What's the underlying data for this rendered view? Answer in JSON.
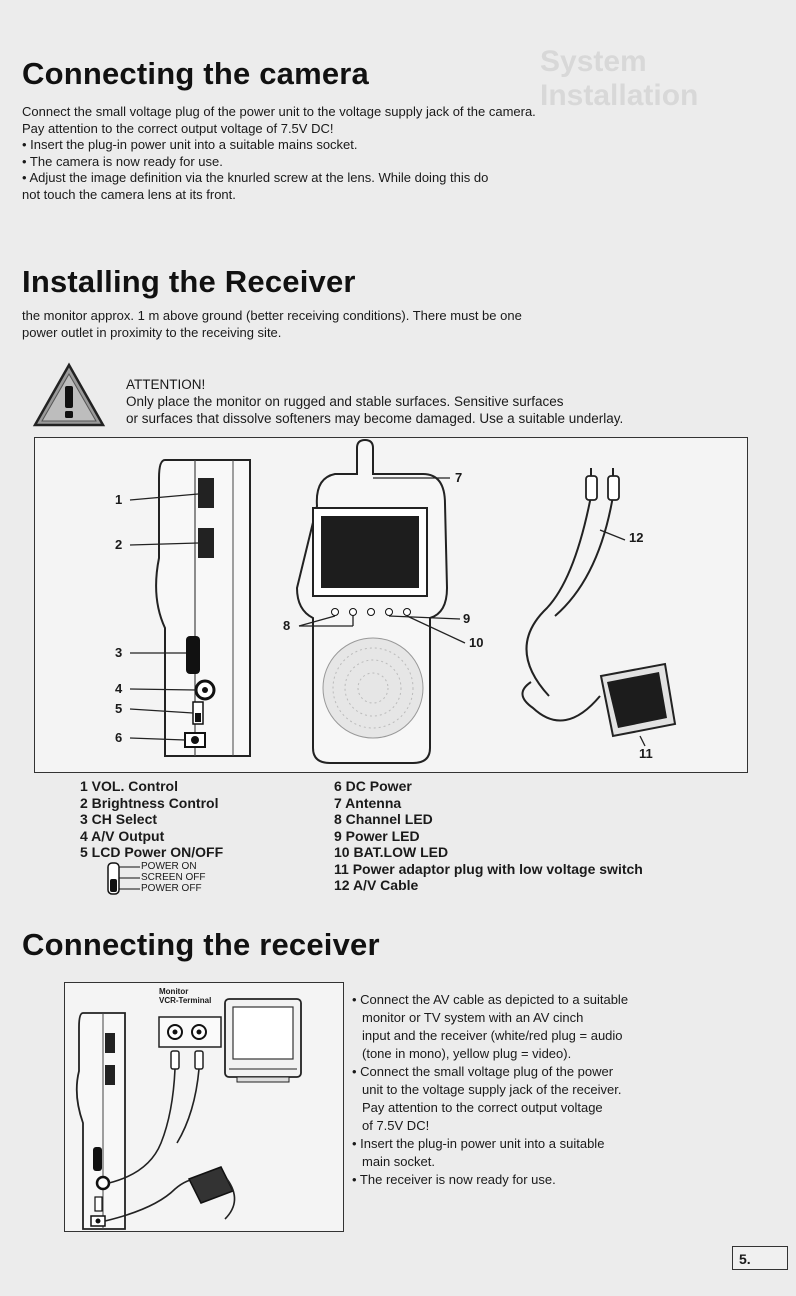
{
  "section1": {
    "title": "Connecting the camera",
    "lines": [
      "Connect the small voltage plug of the power unit to the voltage supply jack of the camera.",
      "Pay attention to the correct output voltage of 7.5V DC!",
      "• Insert the plug-in power unit into a suitable mains socket.",
      "• The camera is now ready for use.",
      "• Adjust the image definition via the knurled screw at the lens. While doing this do",
      "not touch the camera lens at its front."
    ]
  },
  "section2": {
    "title": "Installing the Receiver",
    "lines": [
      "the  monitor approx. 1 m above ground (better receiving conditions). There must be one",
      "power outlet in proximity to the receiving site."
    ],
    "attention_title": "ATTENTION!",
    "attention_lines": [
      "Only place the monitor on rugged and stable surfaces. Sensitive surfaces",
      "or surfaces that dissolve softeners may become damaged. Use a suitable underlay."
    ]
  },
  "figure1": {
    "callouts": [
      "1",
      "2",
      "3",
      "4",
      "5",
      "6",
      "7",
      "8",
      "9",
      "10",
      "11",
      "12"
    ]
  },
  "legend": {
    "left": [
      "1 VOL. Control",
      "2 Brightness Control",
      "3 CH Select",
      "4 A/V Output",
      "5 LCD Power ON/OFF"
    ],
    "switch_states": [
      "POWER ON",
      "SCREEN OFF",
      "POWER OFF"
    ],
    "right": [
      "6  DC Power",
      "7  Antenna",
      "8  Channel LED",
      "9  Power LED",
      "10 BAT.LOW LED",
      "11 Power adaptor plug with low voltage switch",
      "12 A/V Cable"
    ]
  },
  "section3": {
    "title": "Connecting the receiver",
    "monitor_label": [
      "Monitor",
      "VCR-Terminal"
    ],
    "lines": [
      "• Connect the AV cable as depicted to a suitable",
      "monitor or TV system with an AV cinch",
      "input and the receiver (white/red plug = audio",
      "(tone in mono), yellow plug = video).",
      "• Connect the small voltage plug of the power",
      "unit to the voltage supply jack of the receiver.",
      "Pay attention to the correct output voltage",
      "of 7.5V DC!",
      "• Insert the plug-in power unit into a suitable",
      "main socket.",
      "• The receiver is now ready for use."
    ]
  },
  "page_number": "5."
}
